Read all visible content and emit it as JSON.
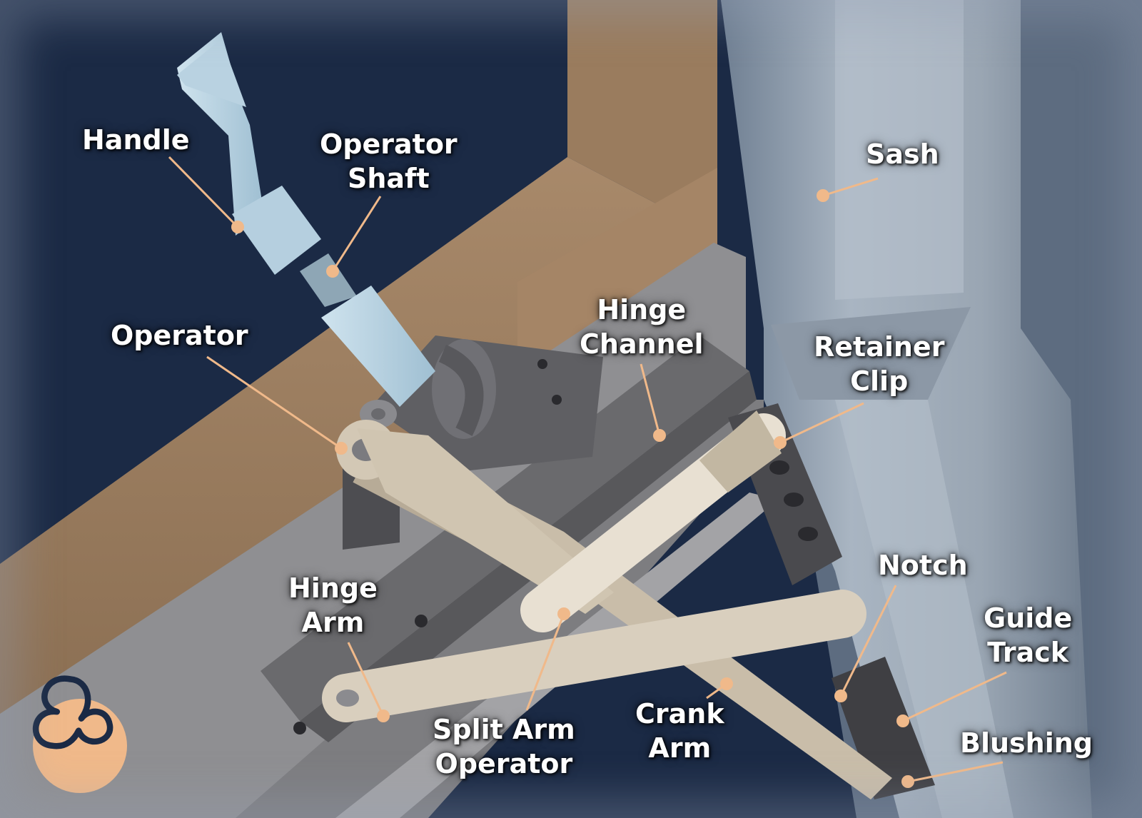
{
  "labels": {
    "handle": "Handle",
    "operator_shaft": [
      "Operator",
      "Shaft"
    ],
    "operator": "Operator",
    "hinge_channel": [
      "Hinge",
      "Channel"
    ],
    "sash": "Sash",
    "retainer_clip": [
      "Retainer",
      "Clip"
    ],
    "notch": "Notch",
    "guide_track": [
      "Guide",
      "Track"
    ],
    "blushing": "Blushing",
    "hinge_arm": [
      "Hinge",
      "Arm"
    ],
    "split_arm_operator": [
      "Split Arm",
      "Operator"
    ],
    "crank_arm": [
      "Crank",
      "Arm"
    ]
  },
  "colors": {
    "background": "#1b2a45",
    "wood": "#9a7c5e",
    "metal": "#8a8a8a",
    "arm": "#d2c6b2",
    "sash": "#9aa7b5",
    "callout": "#f0b98a"
  },
  "logo": {
    "icon": "brand-logo-icon"
  }
}
